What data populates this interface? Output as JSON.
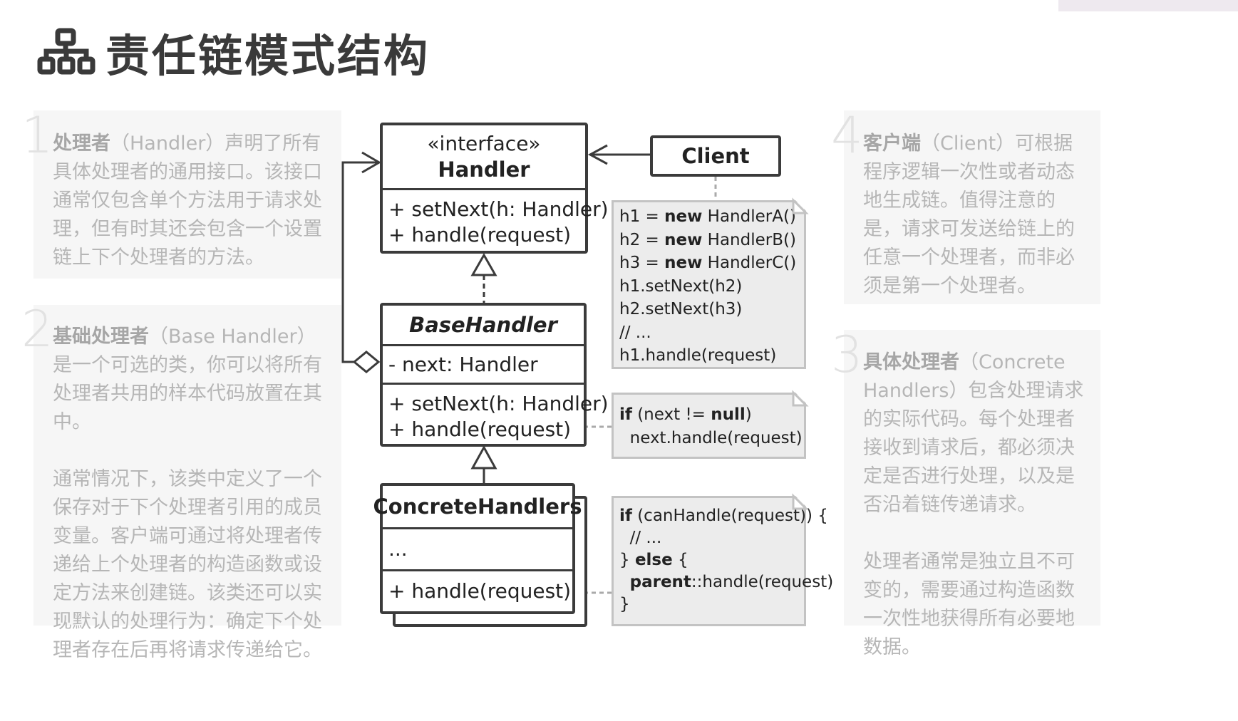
{
  "title": "责任链模式结构",
  "icon": "hierarchy-icon",
  "panels": {
    "p1": {
      "num": "1",
      "term": "处理者",
      "rest": "（Handler）声明了所有具体处理者的通用接口。该接口通常仅包含单个方法用于请求处理，但有时其还会包含一个设置链上下个处理者的方法。"
    },
    "p2": {
      "num": "2",
      "term": "基础处理者",
      "rest": "（Base Handler）是一个可选的类，你可以将所有处理者共用的样本代码放置在其中。",
      "para2": "通常情况下，该类中定义了一个保存对于下个处理者引用的成员变量。客户端可通过将处理者传递给上个处理者的构造函数或设定方法来创建链。该类还可以实现默认的处理行为：确定下个处理者存在后再将请求传递给它。"
    },
    "p3": {
      "num": "3",
      "term": "具体处理者",
      "rest": "（Concrete Handlers）包含处理请求的实际代码。每个处理者接收到请求后，都必须决定是否进行处理，以及是否沿着链传递请求。",
      "para2": "处理者通常是独立且不可变的，需要通过构造函数一次性地获得所有必要地数据。"
    },
    "p4": {
      "num": "4",
      "term": "客户端",
      "rest": "（Client）可根据程序逻辑一次性或者动态地生成链。值得注意的是，请求可发送给链上的任意一个处理者，而非必须是第一个处理者。"
    }
  },
  "uml": {
    "handler": {
      "stereotype": "«interface»",
      "name": "Handler",
      "m1": "+ setNext(h: Handler)",
      "m2": "+ handle(request)"
    },
    "base": {
      "name": "BaseHandler",
      "f1": "- next: Handler",
      "m1": "+ setNext(h: Handler)",
      "m2": "+ handle(request)"
    },
    "concrete": {
      "name": "ConcreteHandlers",
      "f1": "...",
      "m1": "+ handle(request)"
    },
    "client": {
      "name": "Client"
    }
  },
  "notes": {
    "client": [
      "h1 = |new| HandlerA()",
      "h2 = |new| HandlerB()",
      "h3 = |new| HandlerC()",
      "h1.setNext(h2)",
      "h2.setNext(h3)",
      "// ...",
      "h1.handle(request)"
    ],
    "base": [
      "|if| (next != |null|)",
      "  next.handle(request)"
    ],
    "concrete": [
      "|if| (canHandle(request)) {",
      "  // ...",
      "} |else| {",
      "  |parent|::handle(request)",
      "}"
    ]
  },
  "colors": {
    "panel": "#f6f6f6",
    "panel_text": "#b6b6b6",
    "note_bg": "#ececec",
    "note_border": "#c3c3c3",
    "stroke": "#3b3b3b"
  }
}
